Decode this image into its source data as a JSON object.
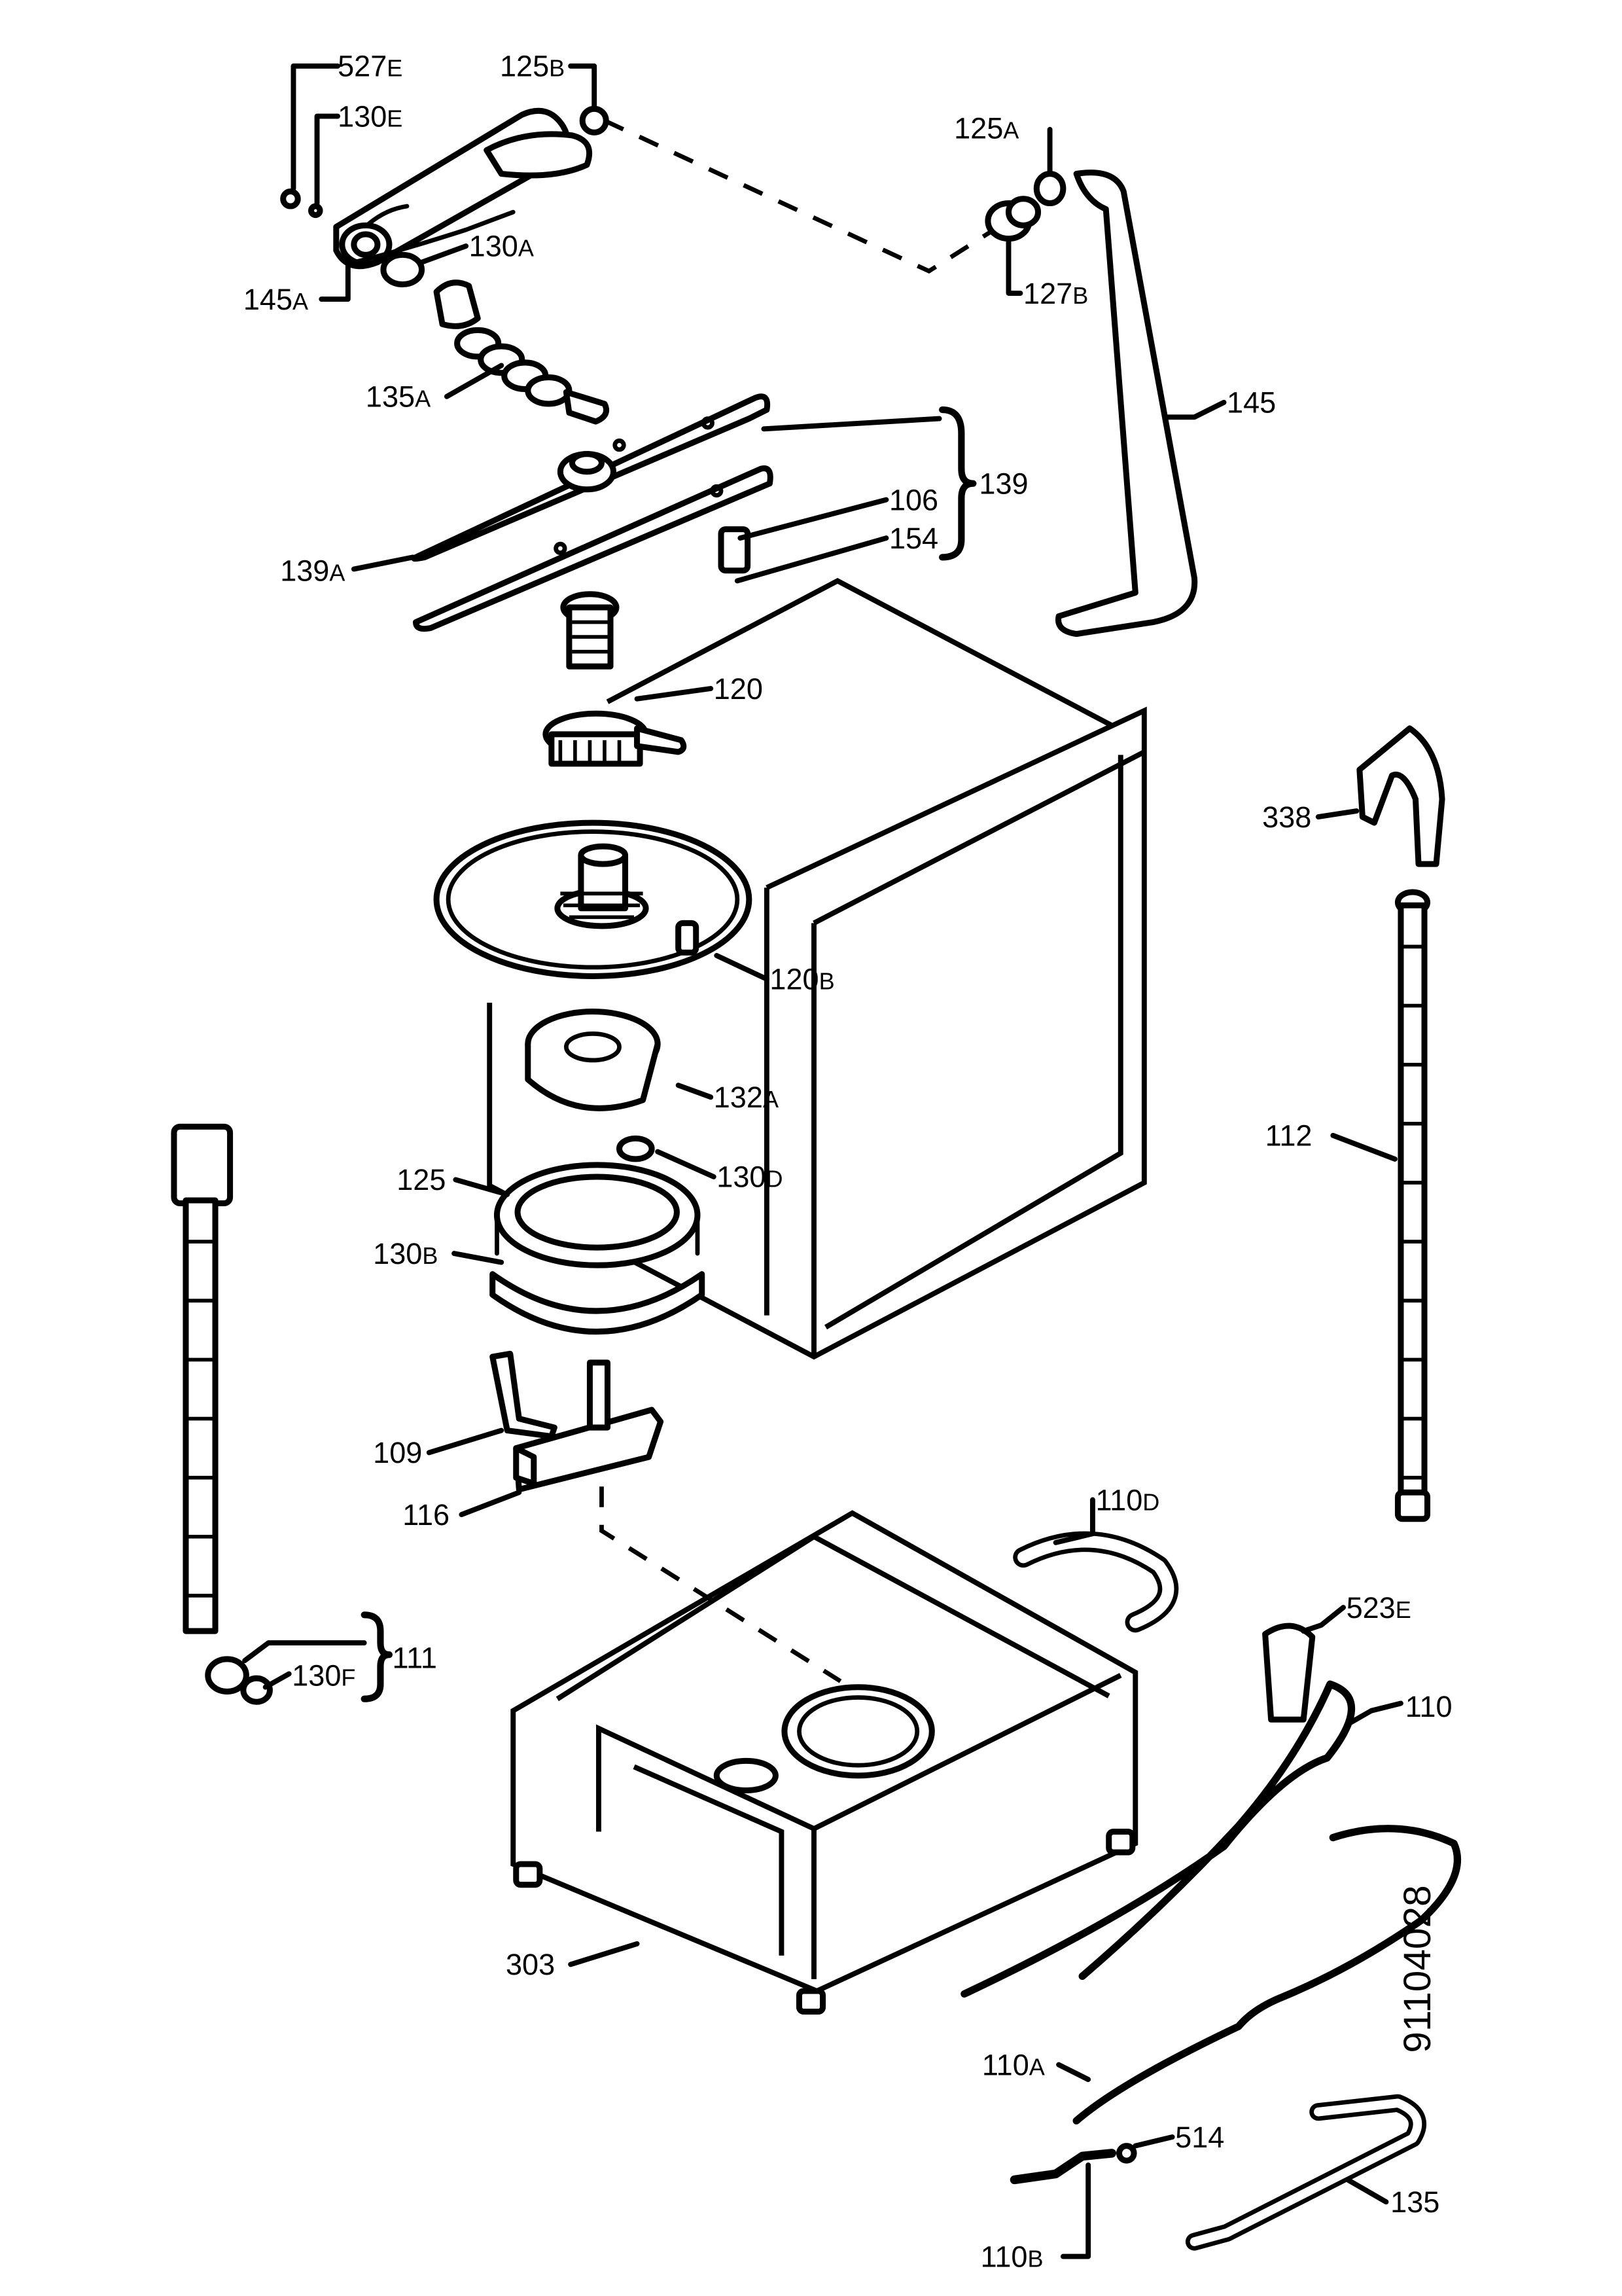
{
  "document_number": "91104028",
  "parts": [
    {
      "key": "527e",
      "number": "527",
      "suffix": "E"
    },
    {
      "key": "125b",
      "number": "125",
      "suffix": "B"
    },
    {
      "key": "130e",
      "number": "130",
      "suffix": "E"
    },
    {
      "key": "125a",
      "number": "125",
      "suffix": "A"
    },
    {
      "key": "130a",
      "number": "130",
      "suffix": "A"
    },
    {
      "key": "145a",
      "number": "145",
      "suffix": "A"
    },
    {
      "key": "127b",
      "number": "127",
      "suffix": "B"
    },
    {
      "key": "135a",
      "number": "135",
      "suffix": "A"
    },
    {
      "key": "145",
      "number": "145",
      "suffix": ""
    },
    {
      "key": "139",
      "number": "139",
      "suffix": ""
    },
    {
      "key": "106",
      "number": "106",
      "suffix": ""
    },
    {
      "key": "154",
      "number": "154",
      "suffix": ""
    },
    {
      "key": "139a",
      "number": "139",
      "suffix": "A"
    },
    {
      "key": "120",
      "number": "120",
      "suffix": ""
    },
    {
      "key": "338",
      "number": "338",
      "suffix": ""
    },
    {
      "key": "120b",
      "number": "120",
      "suffix": "B"
    },
    {
      "key": "132a",
      "number": "132",
      "suffix": "A"
    },
    {
      "key": "112",
      "number": "112",
      "suffix": ""
    },
    {
      "key": "130d",
      "number": "130",
      "suffix": "D"
    },
    {
      "key": "125",
      "number": "125",
      "suffix": ""
    },
    {
      "key": "130b",
      "number": "130",
      "suffix": "B"
    },
    {
      "key": "109",
      "number": "109",
      "suffix": ""
    },
    {
      "key": "116",
      "number": "116",
      "suffix": ""
    },
    {
      "key": "110d",
      "number": "110",
      "suffix": "D"
    },
    {
      "key": "523e",
      "number": "523",
      "suffix": "E"
    },
    {
      "key": "111",
      "number": "111",
      "suffix": ""
    },
    {
      "key": "130f",
      "number": "130",
      "suffix": "F"
    },
    {
      "key": "110",
      "number": "110",
      "suffix": ""
    },
    {
      "key": "303",
      "number": "303",
      "suffix": ""
    },
    {
      "key": "110a",
      "number": "110",
      "suffix": "A"
    },
    {
      "key": "514",
      "number": "514",
      "suffix": ""
    },
    {
      "key": "135",
      "number": "135",
      "suffix": ""
    },
    {
      "key": "110b",
      "number": "110",
      "suffix": "B"
    }
  ]
}
